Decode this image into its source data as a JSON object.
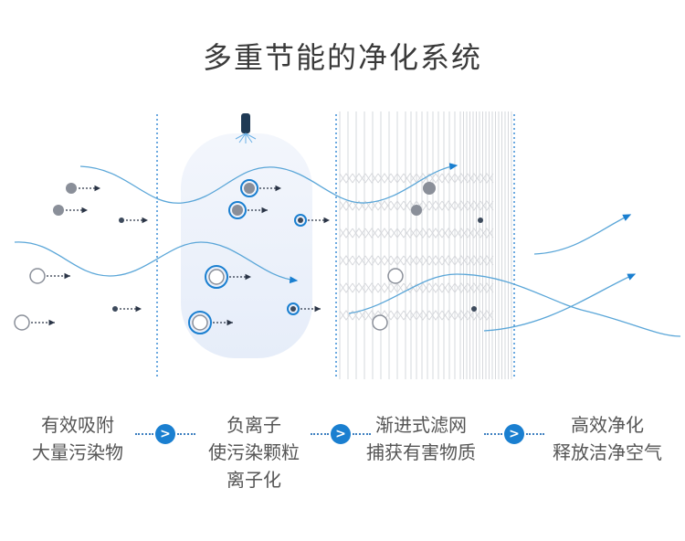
{
  "title": "多重节能的净化系统",
  "steps": [
    {
      "lines": [
        "有效吸附",
        "大量污染物"
      ]
    },
    {
      "lines": [
        "负离子",
        "使污染颗粒",
        "离子化"
      ]
    },
    {
      "lines": [
        "渐进式滤网",
        "捕获有害物质"
      ]
    },
    {
      "lines": [
        "高效净化",
        "释放洁净空气"
      ]
    }
  ],
  "connector_icon": "chevron-right-icon",
  "connector_glyph": ">",
  "colors": {
    "accent": "#1a7fd0",
    "airflow": "#5aa6d8",
    "particle": "#8a8f99",
    "particle_dark": "#3d4a5c"
  }
}
